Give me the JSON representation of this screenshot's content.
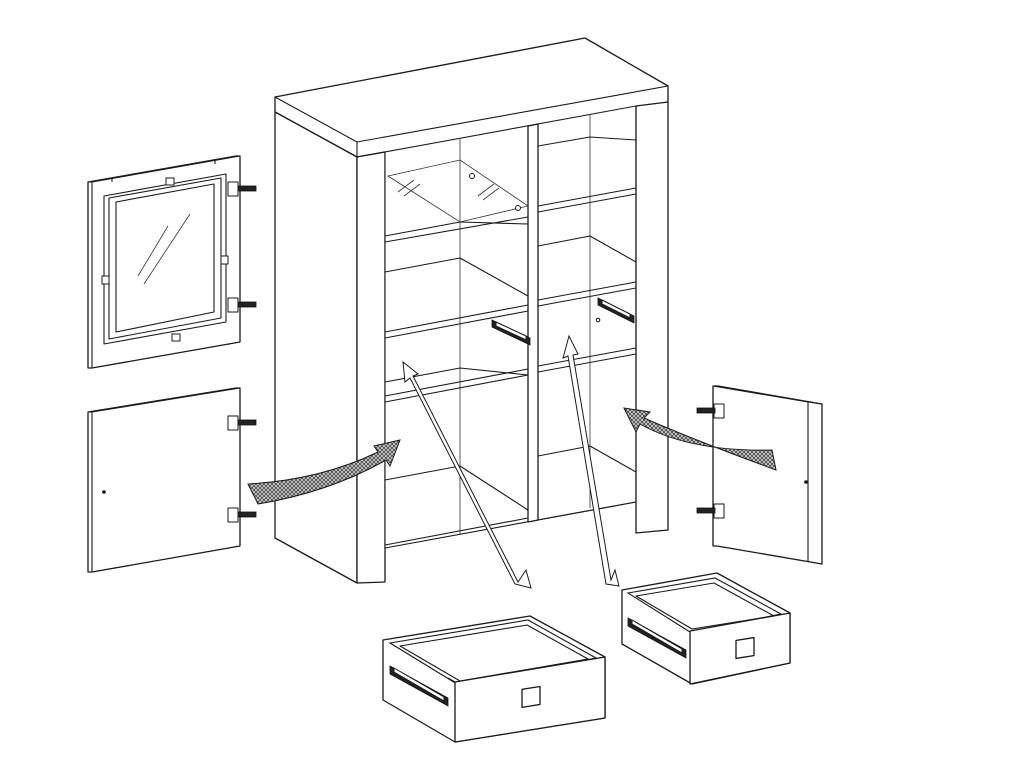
{
  "figure": {
    "kind": "furniture assembly illustration",
    "colors": {
      "line": "#1a1a1a",
      "background": "#ffffff",
      "arrow_fill": "#6e6e6e"
    },
    "parts": [
      "cabinet-body",
      "glass-door",
      "solid-door-left",
      "solid-door-right",
      "drawer-left",
      "drawer-right",
      "assembly-arrows"
    ],
    "icons": [
      "hinge-icon",
      "drawer-runner-icon",
      "handle-icon"
    ]
  }
}
